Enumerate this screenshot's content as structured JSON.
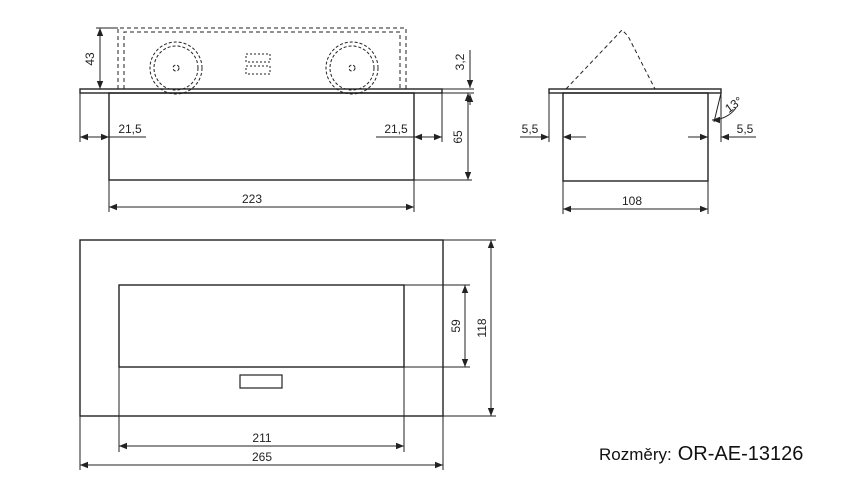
{
  "dimensions": {
    "top_view_height": "43",
    "lid_thickness": "3,2",
    "top_left_offset": "21,5",
    "top_right_offset": "21,5",
    "body_height": "65",
    "body_width": "223",
    "side_left_offset": "5,5",
    "side_right_offset": "5,5",
    "side_angle": "13°",
    "side_width": "108",
    "cutout_height": "59",
    "plan_height": "118",
    "cutout_width": "211",
    "plan_width": "265"
  },
  "caption": {
    "label": "Rozměry:",
    "code": "OR-AE-13126"
  }
}
